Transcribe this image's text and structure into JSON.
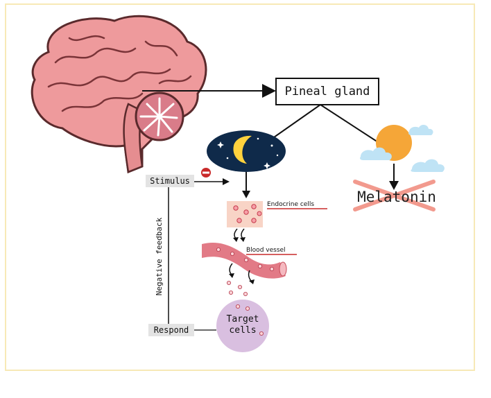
{
  "colors": {
    "frame": "#f7e9b6",
    "brain": "#ee9a9c",
    "brain_outline": "#5a2a2c",
    "night_sky": "#0f2a4a",
    "moon": "#ffd23d",
    "sun": "#f5a638",
    "cloud": "#bfe3f5",
    "cross": "#f29a8e",
    "cell_purple": "#d9bfe0",
    "vessel": "#e27a86",
    "red_line": "#c92a2a",
    "label_bg": "#e3e3e3"
  },
  "labels": {
    "pineal_gland": "Pineal gland",
    "stimulus": "Stimulus",
    "endocrine_cells": "Endocrine cells",
    "blood_vessel": "Blood vessel",
    "target_cells_1": "Target",
    "target_cells_2": "cells",
    "respond": "Respond",
    "negative_feedback": "Negative feedback",
    "melatonin": "Melatonin"
  },
  "icons": {
    "brain": "brain-icon",
    "night": "night-sky-icon",
    "sun": "sun-icon",
    "inhibit": "minus-circle-icon"
  }
}
